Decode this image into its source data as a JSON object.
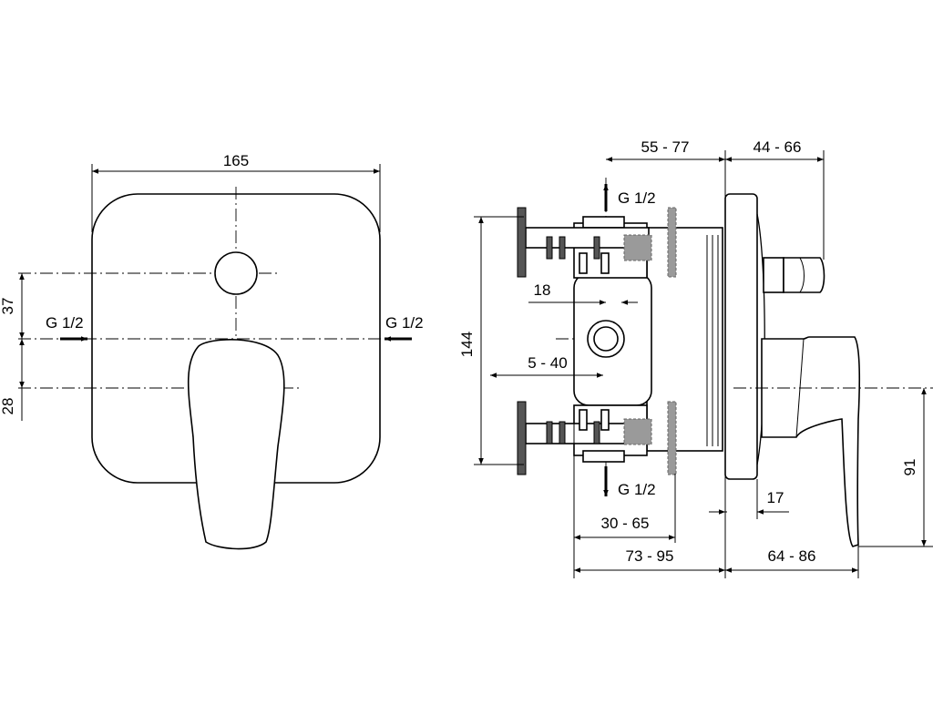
{
  "front_view": {
    "width_label": "165",
    "dim_upper_label": "37",
    "dim_lower_label": "28",
    "inlet_left_label": "G 1/2",
    "inlet_right_label": "G 1/2"
  },
  "side_view": {
    "depth_box_label": "55 - 77",
    "depth_plate_label": "44 - 66",
    "top_connection_label": "G 1/2",
    "bottom_connection_label": "G 1/2",
    "height_label": "144",
    "dim_18_label": "18",
    "dim_5_40_label": "5 - 40",
    "dim_30_65_label": "30 - 65",
    "dim_73_95_label": "73 - 95",
    "dim_64_86_label": "64 - 86",
    "dim_17_label": "17",
    "dim_91_label": "91"
  }
}
